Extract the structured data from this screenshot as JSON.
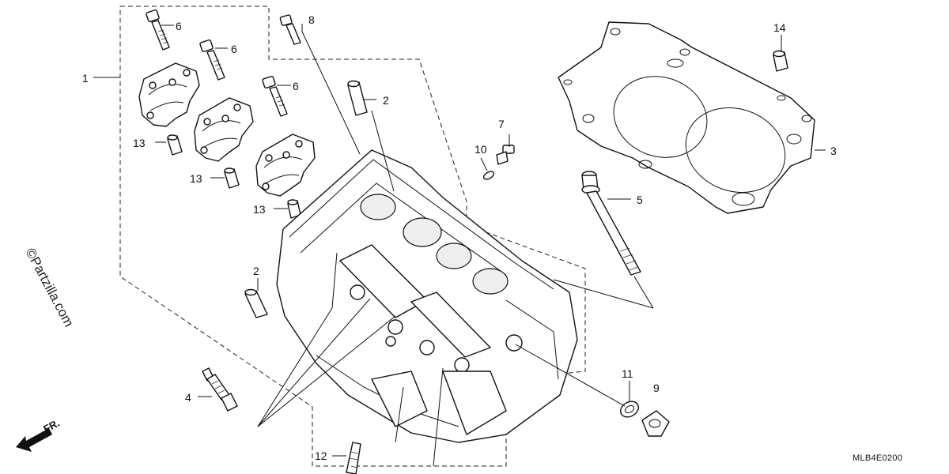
{
  "labels": {
    "l1": "1",
    "l2a": "2",
    "l2b": "2",
    "l3": "3",
    "l4": "4",
    "l5": "5",
    "l6a": "6",
    "l6b": "6",
    "l6c": "6",
    "l7": "7",
    "l8": "8",
    "l9": "9",
    "l10": "10",
    "l11": "11",
    "l12": "12",
    "l13a": "13",
    "l13b": "13",
    "l13c": "13",
    "l14": "14"
  },
  "watermark": "©Partzilla.com",
  "front_marker": "FR.",
  "diagram_code": "MLB4E0200"
}
